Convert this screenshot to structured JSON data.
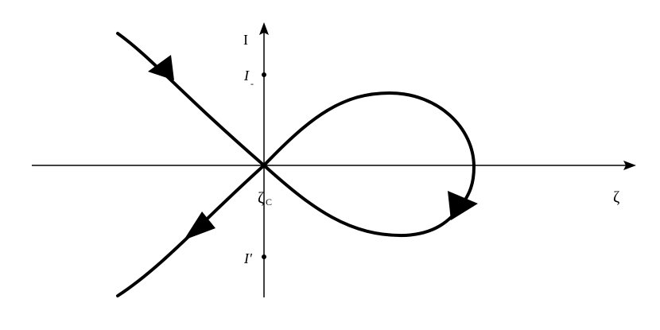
{
  "labels": {
    "y_axis": "I",
    "x_axis": "ζ",
    "i_minus_main": "I",
    "i_minus_sub": "-",
    "zeta_c_main": "ζ",
    "zeta_c_sub": "C",
    "i_prime": "I′"
  },
  "colors": {
    "stroke": "#000000",
    "background": "#ffffff"
  }
}
